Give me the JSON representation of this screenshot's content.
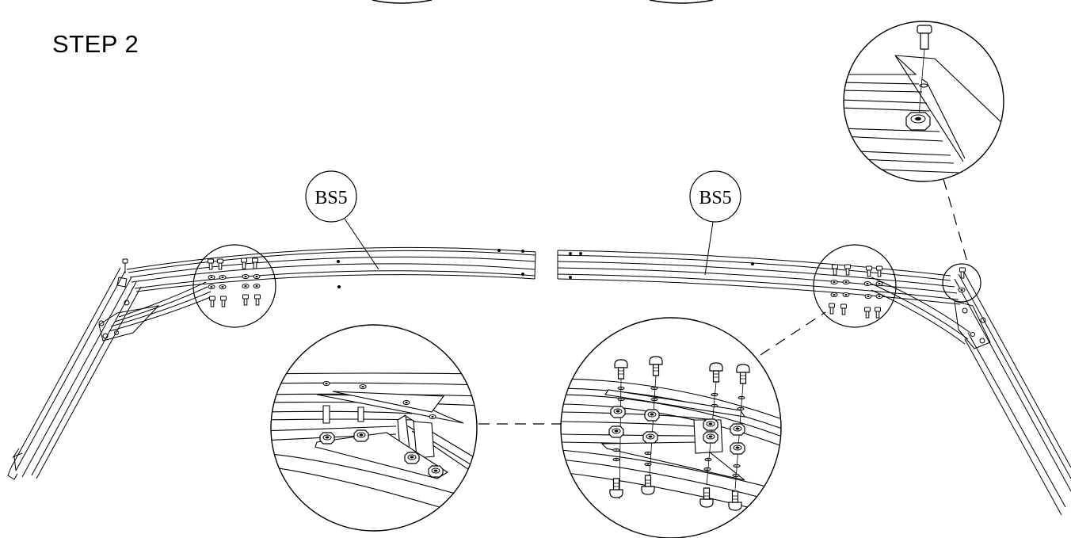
{
  "page": {
    "step_label": "STEP 2"
  },
  "callouts": {
    "left_part_label": "BS5",
    "right_part_label": "BS5"
  },
  "icons": {
    "bolt": "bolt-icon",
    "nut": "hex-nut-icon",
    "washer": "washer-icon"
  },
  "colors": {
    "line": "#000000",
    "background": "#ffffff"
  }
}
